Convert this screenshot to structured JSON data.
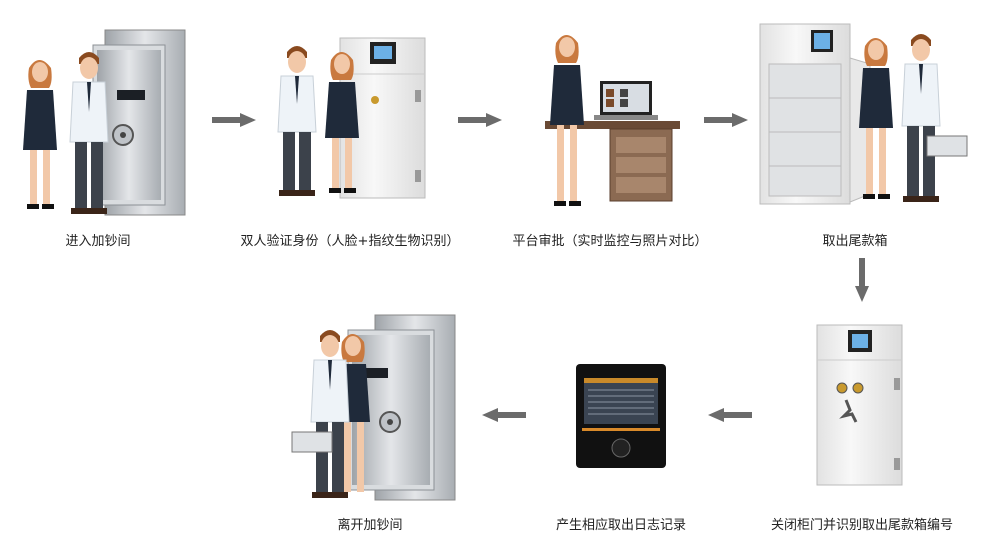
{
  "steps": [
    {
      "label": "进入加钞间"
    },
    {
      "label": "双人验证身份（人脸+指纹生物识别）"
    },
    {
      "label": "平台审批（实时监控与照片对比）"
    },
    {
      "label": "取出尾款箱"
    },
    {
      "label": "关闭柜门并识别取出尾款箱编号"
    },
    {
      "label": "产生相应取出日志记录"
    },
    {
      "label": "离开加钞间"
    }
  ],
  "colors": {
    "arrow": "#6b6b6b",
    "steel": "#c9ccd0",
    "safe": "#f2f2f2",
    "suit": "#1f2a3a",
    "shirt": "#eef3f8",
    "hair": "#c9793f",
    "desk": "#6a4a35"
  },
  "icons": {
    "flow_arrow": "arrow-icon",
    "vault": "vault-door-icon",
    "safe": "safe-cabinet-icon",
    "terminal": "log-terminal-icon"
  }
}
